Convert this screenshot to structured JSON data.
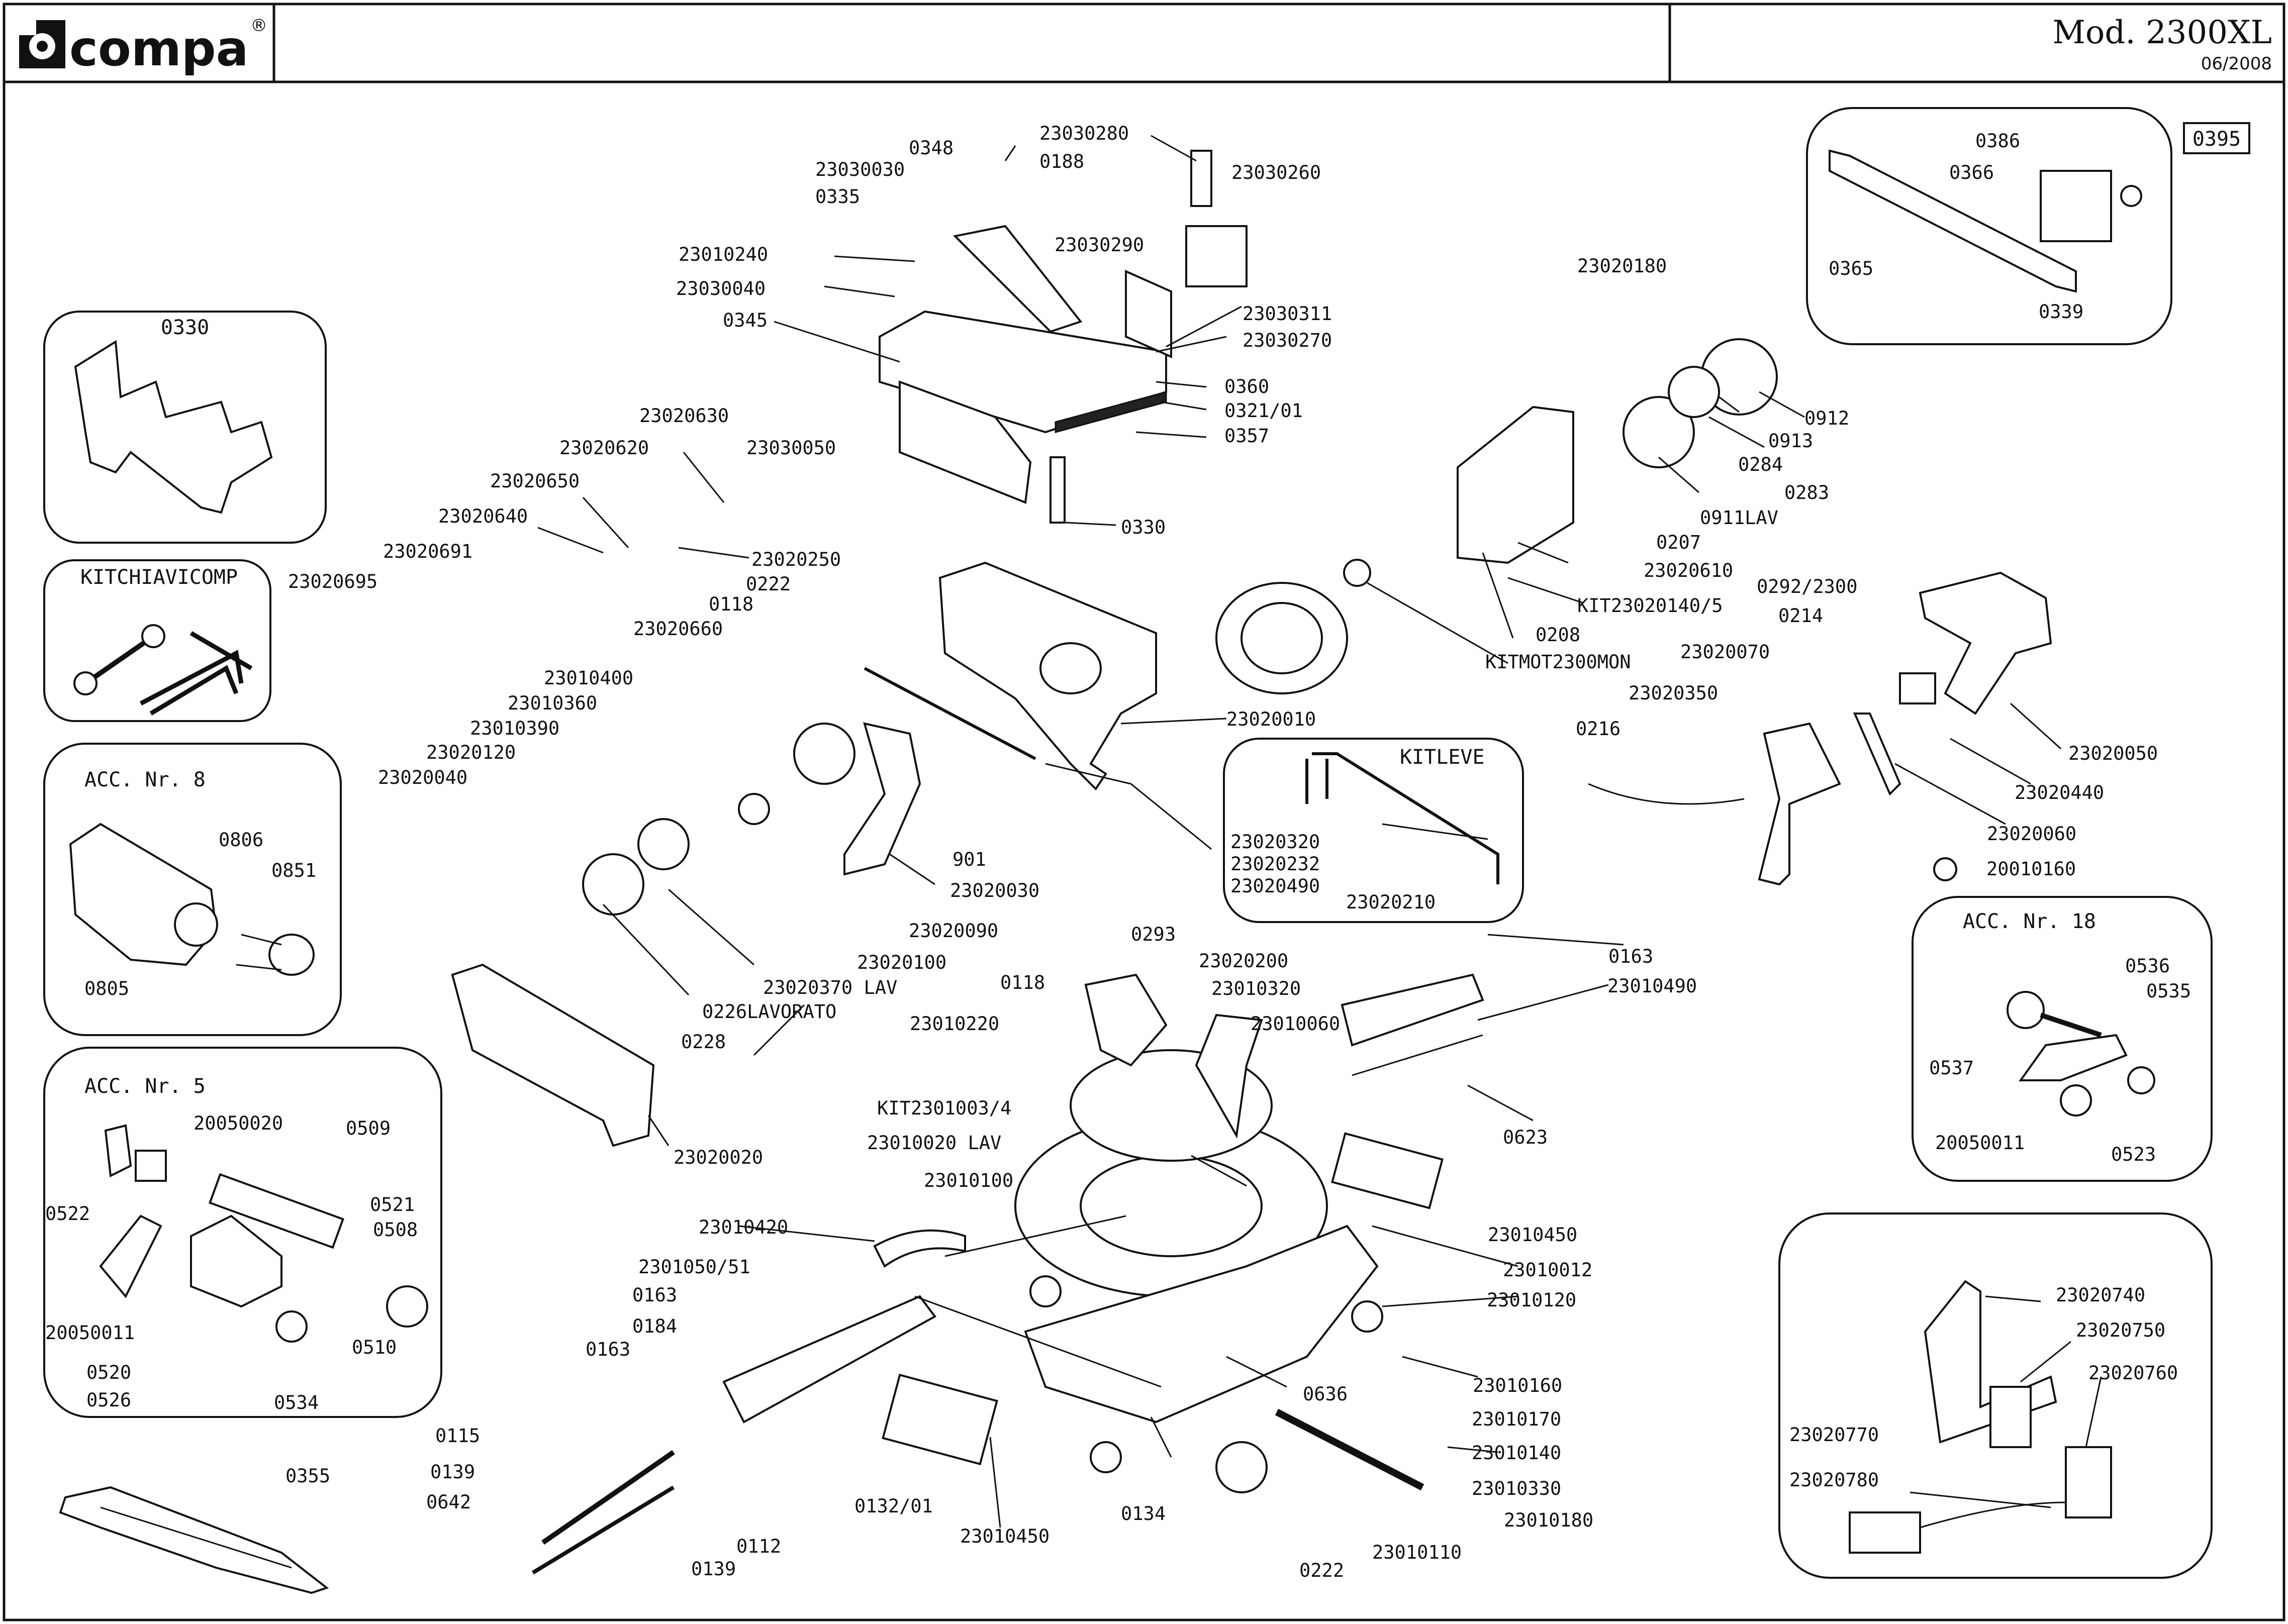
{
  "header": {
    "brand": "compa",
    "brand_mark": "®",
    "model": "Mod. 2300XL",
    "date": "06/2008"
  },
  "boxes": {
    "b0330": "0330",
    "kitchiavi": "KITCHIAVICOMP",
    "acc8": "ACC. Nr. 8",
    "acc5": "ACC. Nr. 5",
    "kitleve": "KITLEVE",
    "acc18": "ACC. Nr. 18",
    "b0395": "0395"
  },
  "labels": [
    "23030280",
    "0348",
    "0188",
    "23030030",
    "0335",
    "23030260",
    "23010240",
    "23030290",
    "23030040",
    "0345",
    "23030311",
    "23030270",
    "0360",
    "0321/01",
    "0357",
    "0330",
    "23030050",
    "23020630",
    "23020620",
    "23020650",
    "23020640",
    "23020691",
    "23020695",
    "23020250",
    "23020660",
    "0222",
    "0118",
    "23010400",
    "23010360",
    "23010390",
    "23020120",
    "23020040",
    "23020010",
    "901",
    "23020030",
    "23020090",
    "23020100",
    "23020370 LAV",
    "0226LAVORATO",
    "0228",
    "23020020",
    "23020320",
    "23020232",
    "23020490",
    "23020210",
    "0806",
    "0851",
    "0805",
    "20050020",
    "0509",
    "0522",
    "0521",
    "0508",
    "20050011",
    "0510",
    "0520",
    "0526",
    "0534",
    "0355",
    "0386",
    "0366",
    "0365",
    "0339",
    "23020180",
    "0912",
    "0913",
    "0284",
    "0283",
    "0911LAV",
    "0207",
    "23020610",
    "KIT23020140/5",
    "0208",
    "KITMOT2300MON",
    "0292/2300",
    "0214",
    "23020070",
    "23020350",
    "0216",
    "23020050",
    "23020440",
    "23020060",
    "20010160",
    "0536",
    "0535",
    "0537",
    "20050011",
    "0523",
    "0163",
    "23010490",
    "0293",
    "23020200",
    "0118",
    "23010320",
    "23010220",
    "23010060",
    "KIT2301003/4",
    "23010020 LAV",
    "0623",
    "23010100",
    "23010450",
    "23010012",
    "23010420",
    "2301050/51",
    "0163",
    "23010120",
    "0184",
    "0163",
    "23010160",
    "0636",
    "23010170",
    "23010140",
    "0115",
    "0139",
    "0642",
    "0112",
    "0139",
    "0132/01",
    "23010450",
    "0134",
    "23010330",
    "23010180",
    "23010110",
    "0222",
    "23020740",
    "23020750",
    "23020760",
    "23020770",
    "23020780"
  ]
}
